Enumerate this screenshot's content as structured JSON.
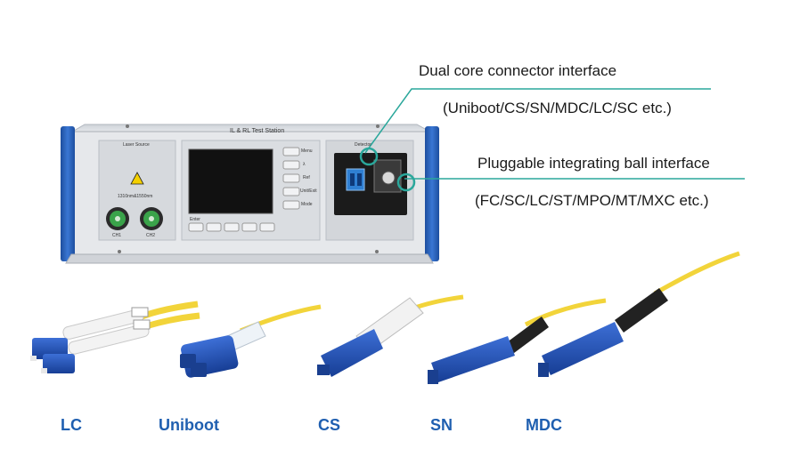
{
  "callouts": {
    "dual_core_title": "Dual core connector interface",
    "dual_core_types": "(Uniboot/CS/SN/MDC/LC/SC etc.)",
    "ball_title": "Pluggable integrating ball interface",
    "ball_types": "(FC/SC/LC/ST/MPO/MT/MXC etc.)"
  },
  "device": {
    "title": "IL & RL  Test Station",
    "laser_source_label": "Laser Source",
    "wavelength_label": "1310nm&1550nm",
    "ch1": "CH1",
    "ch2": "CH2",
    "detector_label": "Detector",
    "buttons": [
      "Menu",
      "λ",
      "Ref",
      "Unit/Exit",
      "Mode"
    ],
    "enter_label": "Enter"
  },
  "connectors": {
    "lc": "LC",
    "uniboot": "Uniboot",
    "cs": "CS",
    "sn": "SN",
    "mdc": "MDC"
  },
  "colors": {
    "accent_teal": "#2aa79b",
    "label_blue": "#1f5fb0",
    "device_frame": "#2c61b8",
    "connector_blue": "#1e4fb5",
    "fiber_yellow": "#f2d43a"
  }
}
